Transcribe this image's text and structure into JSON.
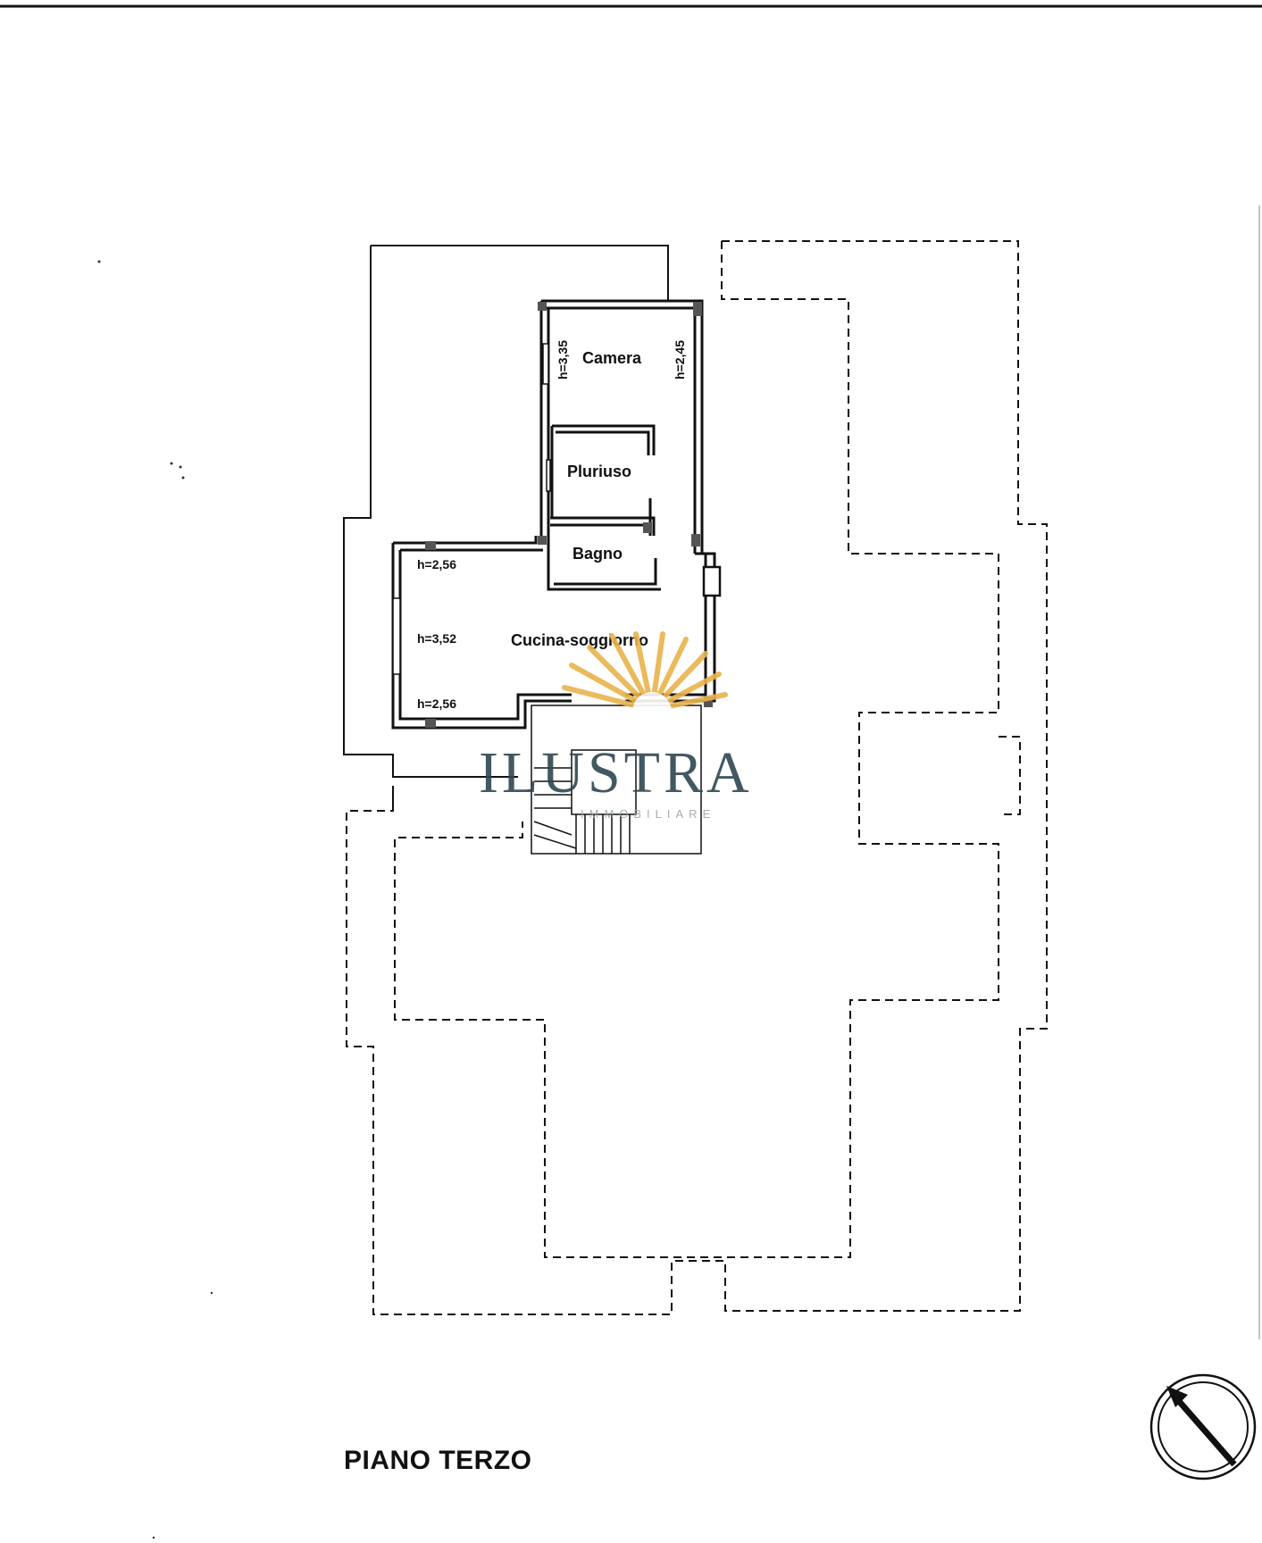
{
  "rooms": {
    "camera": "Camera",
    "pluriuso": "Pluriuso",
    "bagno": "Bagno",
    "cucina_soggiorno": "Cucina-soggiorno"
  },
  "heights": {
    "camera_left": "h=3,35",
    "camera_right": "h=2,45",
    "cucina_top": "h=2,56",
    "cucina_mid": "h=3,52",
    "cucina_bottom": "h=2,56"
  },
  "floor_title": "PIANO TERZO",
  "watermark": {
    "brand": "ILUSTRA",
    "subtitle": "IMMOBILIARE",
    "sun_color": "#e8b34b",
    "text_color": "#2f4650"
  },
  "icons": {
    "north_arrow": "north-arrow-icon"
  }
}
